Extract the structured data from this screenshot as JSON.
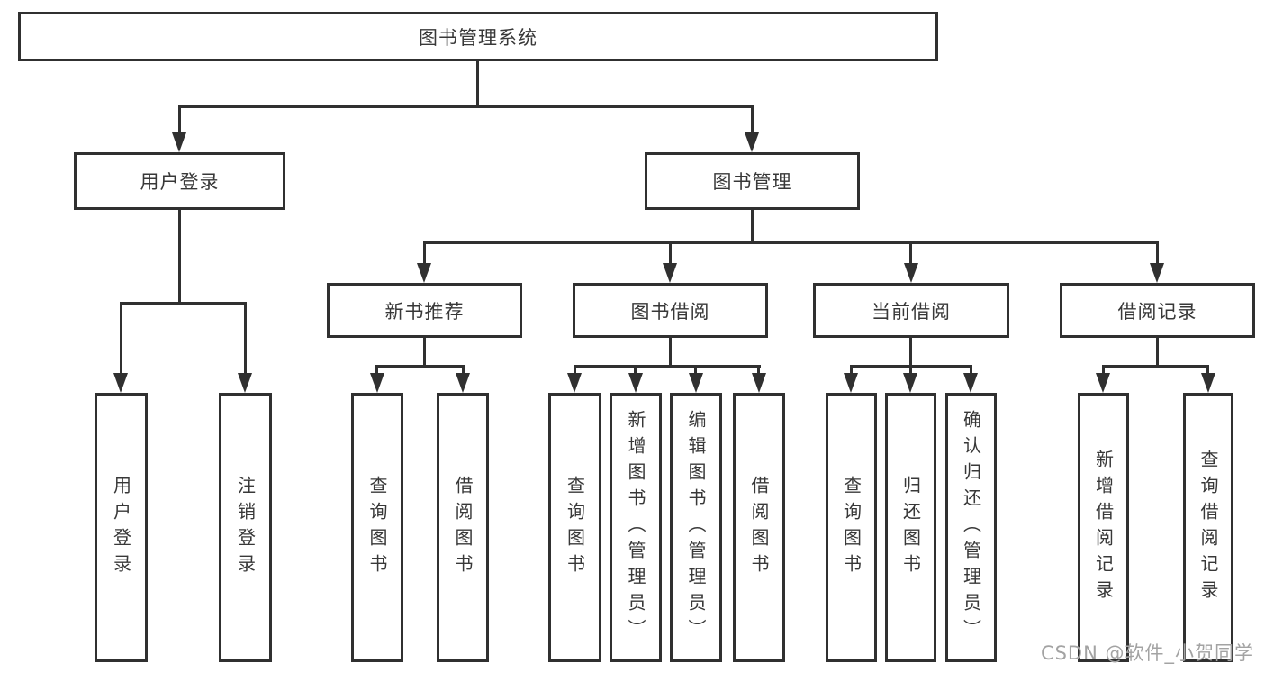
{
  "diagram": {
    "title": "图书管理系统",
    "level2": {
      "user_login": "用户登录",
      "book_mgmt": "图书管理"
    },
    "level3": {
      "new_book": "新书推荐",
      "book_borrow": "图书借阅",
      "current_borrow": "当前借阅",
      "borrow_record": "借阅记录"
    },
    "leaves": {
      "user_login": [
        "用户登录",
        "注销登录"
      ],
      "new_book": [
        "查询图书",
        "借阅图书"
      ],
      "book_borrow": [
        "查询图书",
        "新增图书（管理员）",
        "编辑图书（管理员）",
        "借阅图书"
      ],
      "current_borrow": [
        "查询图书",
        "归还图书",
        "确认归还（管理员）"
      ],
      "borrow_record": [
        "新增借阅记录",
        "查询借阅记录"
      ]
    },
    "watermark": "CSDN @软件_小贺同学",
    "colors": {
      "line": "#303030",
      "text": "#383838",
      "watermark": "#a3a3a3",
      "background": "#ffffff"
    }
  }
}
